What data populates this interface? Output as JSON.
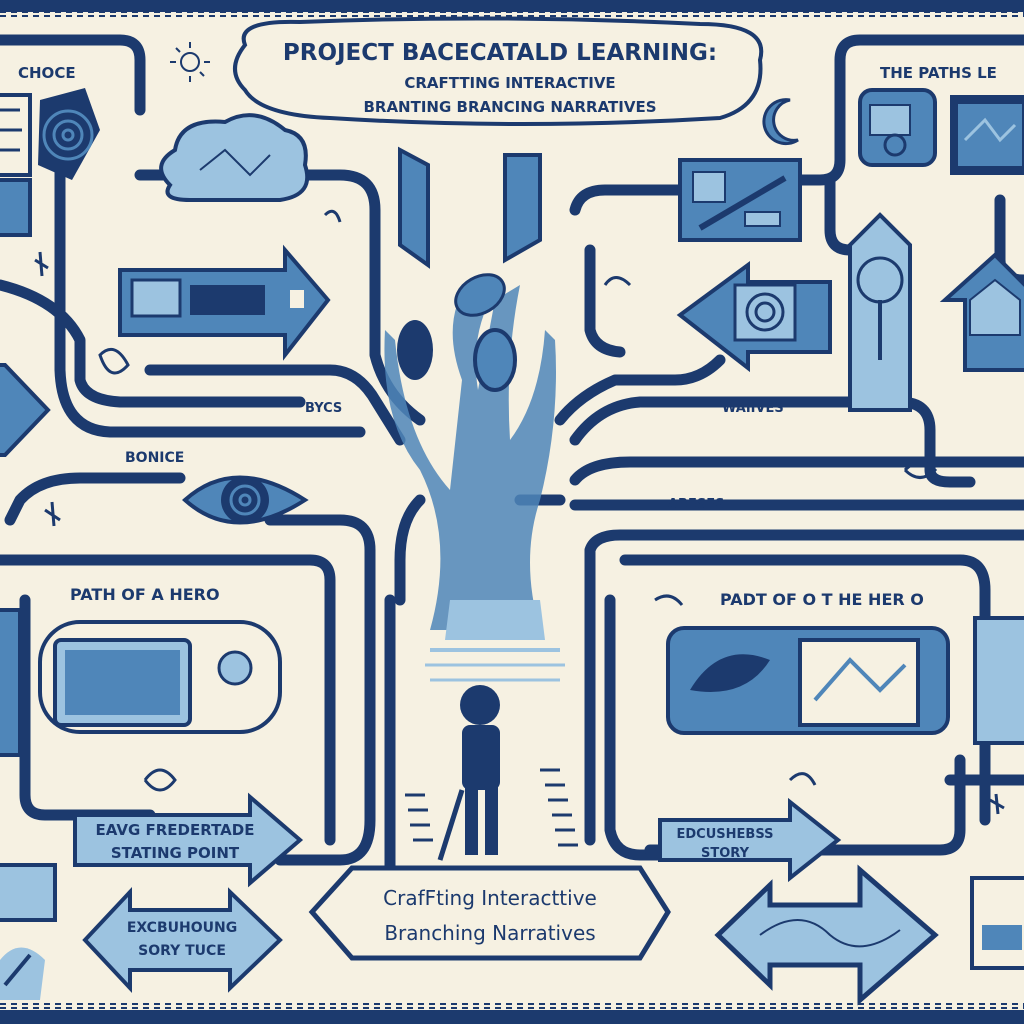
{
  "title": {
    "line1": "PROJECT BACECATALD LEARNING:",
    "line2": "CRAFTTING INTERACTIVE",
    "line3": "BRANTING BRANCING NARRATIVES"
  },
  "corner_labels": {
    "choice": "CHOCE",
    "paths": "THE PATHS LE"
  },
  "small_labels": {
    "bycs": "BYCS",
    "bonice": "BONICE",
    "waiives": "WAIIVES",
    "abeses": "ABESES"
  },
  "sections": {
    "left": "PATH OF A HERO",
    "right": "PADT OF O T HE HER O"
  },
  "arrow_labels": {
    "start_line1": "EAVG FREDERTADE",
    "start_line2": "STATING POINT",
    "story_line1": "EDCUSHEBSS",
    "story_line2": "STORY",
    "bottom_left_line1": "EXCBUHOUNG",
    "bottom_left_line2": "SORY TUCE"
  },
  "banner": {
    "line1": "CrafFting Interacttive",
    "line2": "Branching Narratives"
  },
  "colors": {
    "ink": "#1c3a6e",
    "mid": "#4f86b9",
    "light": "#9cc3e0",
    "paper": "#f6f1e2"
  }
}
